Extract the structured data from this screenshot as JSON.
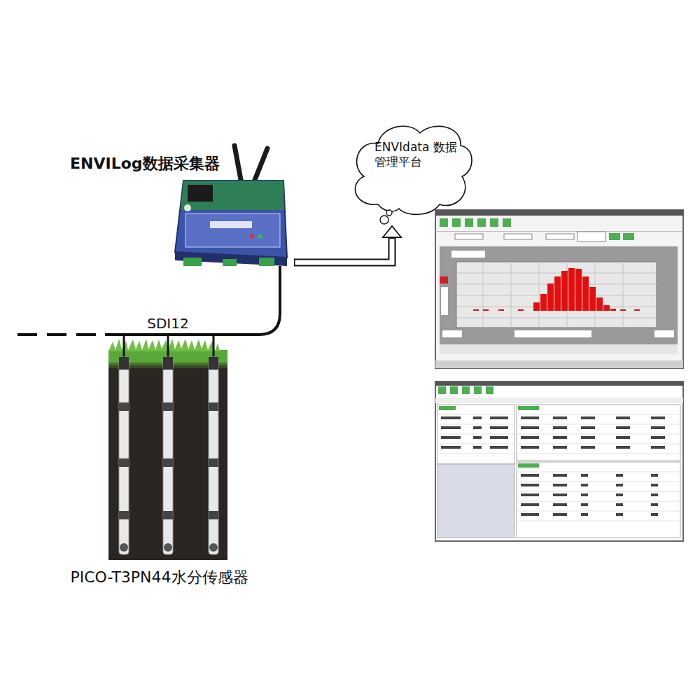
{
  "diagram": {
    "nodes": [
      {
        "text": [
          "ENVILog数据采集器"
        ]
      },
      {
        "text": [
          "ENVIdata 数据管理平台"
        ]
      },
      {
        "text": [
          "PICO-T3PN44水分传感器"
        ]
      }
    ],
    "edges": [
      {
        "from": 0,
        "to": 1,
        "arrow": "to"
      },
      {
        "from": 2,
        "to": 0,
        "arrow": "none",
        "label": "SDI12"
      }
    ]
  }
}
